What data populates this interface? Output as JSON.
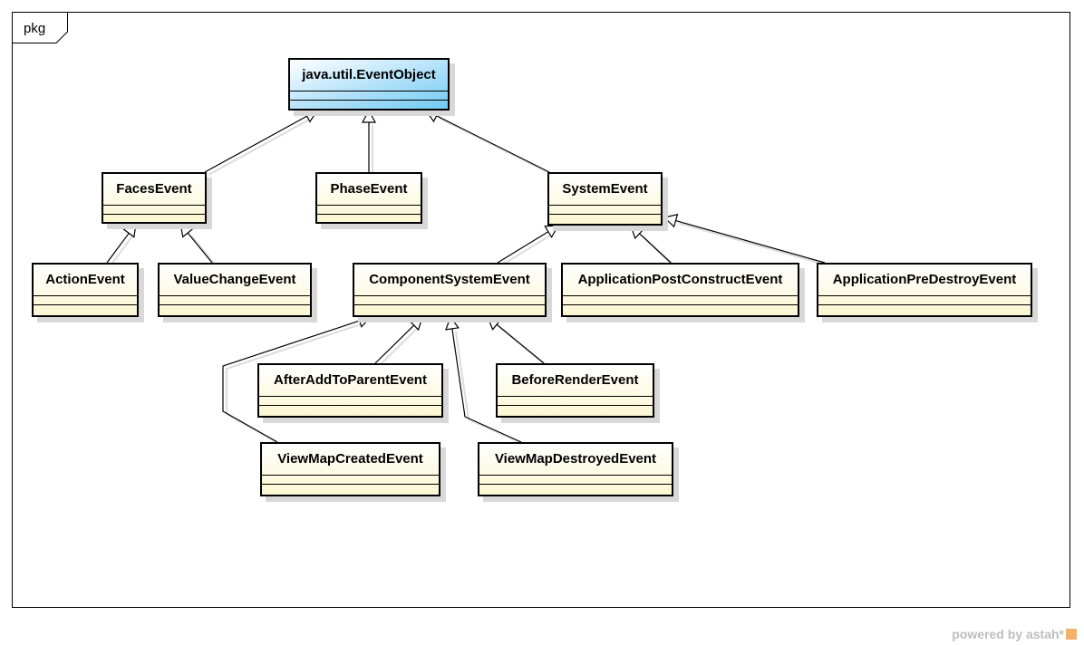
{
  "package_label": "pkg",
  "watermark": "powered by astah*",
  "classes": {
    "event_object": "java.util.EventObject",
    "faces_event": "FacesEvent",
    "phase_event": "PhaseEvent",
    "system_event": "SystemEvent",
    "action_event": "ActionEvent",
    "value_change_event": "ValueChangeEvent",
    "component_system_event": "ComponentSystemEvent",
    "application_post_construct_event": "ApplicationPostConstructEvent",
    "application_pre_destroy_event": "ApplicationPreDestroyEvent",
    "after_add_to_parent_event": "AfterAddToParentEvent",
    "before_render_event": "BeforeRenderEvent",
    "view_map_created_event": "ViewMapCreatedEvent",
    "view_map_destroyed_event": "ViewMapDestroyedEvent"
  },
  "generalizations": [
    [
      "faces_event",
      "event_object"
    ],
    [
      "phase_event",
      "event_object"
    ],
    [
      "system_event",
      "event_object"
    ],
    [
      "action_event",
      "faces_event"
    ],
    [
      "value_change_event",
      "faces_event"
    ],
    [
      "component_system_event",
      "system_event"
    ],
    [
      "application_post_construct_event",
      "system_event"
    ],
    [
      "application_pre_destroy_event",
      "system_event"
    ],
    [
      "after_add_to_parent_event",
      "component_system_event"
    ],
    [
      "before_render_event",
      "component_system_event"
    ],
    [
      "view_map_created_event",
      "component_system_event"
    ],
    [
      "view_map_destroyed_event",
      "component_system_event"
    ]
  ]
}
